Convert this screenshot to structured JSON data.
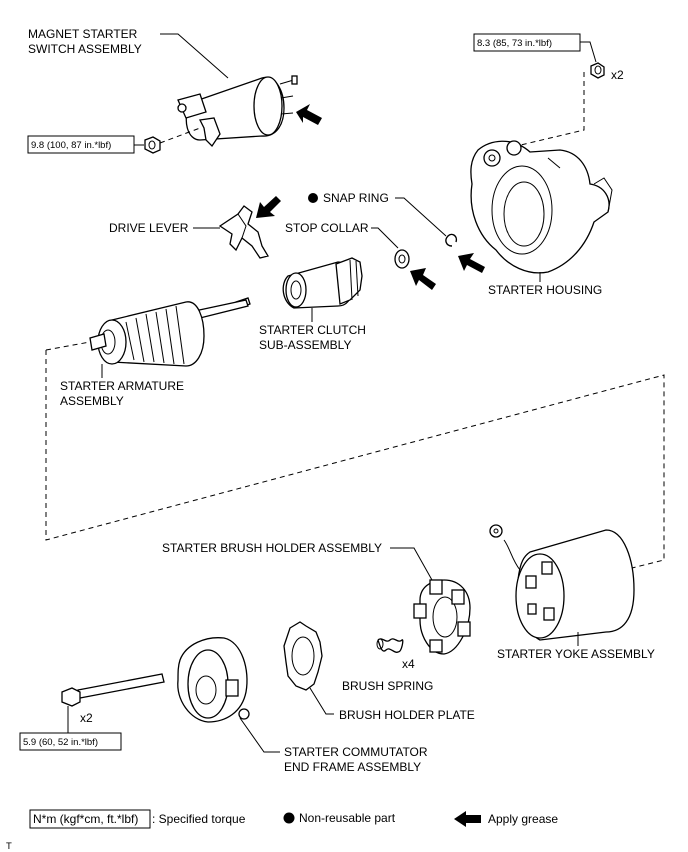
{
  "labels": {
    "magnet_starter_1": "MAGNET STARTER",
    "magnet_starter_2": "SWITCH ASSEMBLY",
    "torque_magnet": "9.8 (100, 87 in.*lbf)",
    "torque_housing": "8.3 (85, 73 in.*lbf)",
    "x2_housing": "x2",
    "snap_ring": "SNAP RING",
    "stop_collar": "STOP COLLAR",
    "drive_lever": "DRIVE LEVER",
    "starter_housing": "STARTER HOUSING",
    "clutch_1": "STARTER CLUTCH",
    "clutch_2": "SUB-ASSEMBLY",
    "armature_1": "STARTER ARMATURE",
    "armature_2": "ASSEMBLY",
    "brush_holder": "STARTER BRUSH HOLDER ASSEMBLY",
    "yoke": "STARTER YOKE ASSEMBLY",
    "x4": "x4",
    "brush_spring": "BRUSH SPRING",
    "brush_plate": "BRUSH HOLDER PLATE",
    "x2_frame": "x2",
    "torque_frame": "5.9 (60, 52 in.*lbf)",
    "end_frame_1": "STARTER COMMUTATOR",
    "end_frame_2": "END FRAME ASSEMBLY"
  },
  "legend": {
    "torque_box": "N*m (kgf*cm, ft.*lbf)",
    "torque_desc": ": Specified torque",
    "nonreusable": "Non-reusable part",
    "grease": "Apply grease"
  },
  "corner_mark": "T"
}
